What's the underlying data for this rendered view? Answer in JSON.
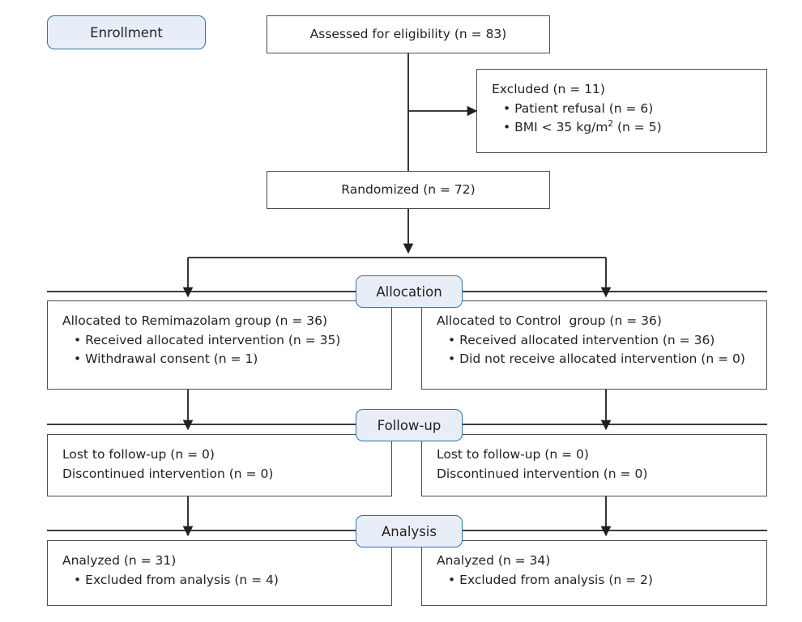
{
  "diagram": {
    "title": "CONSORT participant flow diagram",
    "colors": {
      "box_border": "#4d4d4f",
      "pill_border": "#2e74a8",
      "pill_fill": "#e8eef7",
      "text": "#231f20",
      "connector": "#231f20"
    }
  },
  "stages": {
    "enrollment": "Enrollment",
    "allocation": "Allocation",
    "followup": "Follow-up",
    "analysis": "Analysis"
  },
  "enrollment": {
    "assessed": "Assessed for eligibility (n = 83)",
    "randomized": "Randomized (n = 72)",
    "excluded": {
      "heading": "Excluded (n = 11)",
      "items": [
        "Patient refusal (n = 6)",
        "BMI < 35 kg/m"
      ],
      "item2_sup": "2",
      "item2_tail": " (n = 5)"
    }
  },
  "allocation": {
    "left": {
      "heading": "Allocated to Remimazolam group (n = 36)",
      "items": [
        "Received allocated intervention (n = 35)",
        "Withdrawal consent (n = 1)"
      ]
    },
    "right": {
      "heading": "Allocated to Control  group (n = 36)",
      "items": [
        "Received allocated intervention (n = 36)",
        "Did not receive allocated intervention (n = 0)"
      ]
    }
  },
  "followup": {
    "left": {
      "line1": "Lost to follow-up (n = 0)",
      "line2": "Discontinued intervention (n = 0)"
    },
    "right": {
      "line1": "Lost to follow-up (n = 0)",
      "line2": "Discontinued intervention (n = 0)"
    }
  },
  "analysis": {
    "left": {
      "heading": "Analyzed (n = 31)",
      "items": [
        "Excluded from analysis (n = 4)"
      ]
    },
    "right": {
      "heading": "Analyzed (n = 34)",
      "items": [
        "Excluded from analysis (n = 2)"
      ]
    }
  }
}
